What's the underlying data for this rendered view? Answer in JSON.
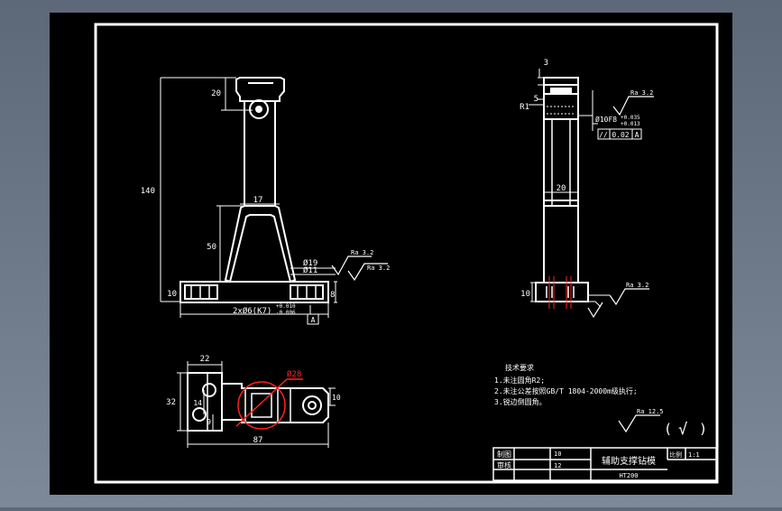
{
  "colors": {
    "chrome_background": "#6e7a8a",
    "canvas_background": "#000000",
    "line": "#ffffff",
    "highlight": "#ff2222"
  },
  "front_view": {
    "dim_height_total": "140",
    "dim_top_offset": "20",
    "dim_column_width": "17",
    "dim_leg_height": "50",
    "dim_bore_outer": "Ø19",
    "dim_bore_inner": "Ø11",
    "dim_base_height": "10",
    "dim_base_side": "8",
    "dim_base_holes": "2xØ6(K7)",
    "tol_upper": "+0.010",
    "tol_lower": "-0.006",
    "datum_label": "A",
    "roughness_1": "Ra 3.2",
    "roughness_2": "Ra 3.2"
  },
  "side_view": {
    "dim_top": "3",
    "dim_radius": "R1",
    "dim_small": "5",
    "dim_bore": "Ø10F8",
    "tol_upper": "+0.035",
    "tol_lower": "+0.013",
    "roughness_top": "Ra 3.2",
    "roughness_base": "Ra 3.2",
    "parallel_symbol": "//",
    "parallel_value": "0.02",
    "parallel_datum": "A",
    "dim_width": "20",
    "dim_base_height": "10"
  },
  "top_view": {
    "dim_length": "87",
    "dim_left_width": "22",
    "dim_height": "32",
    "dim_hole_spacing": "14",
    "dim_hole_offset": "9",
    "dim_circle": "Ø28",
    "dim_right": "10"
  },
  "tech_requirements": {
    "title": "技术要求",
    "items": [
      "1.未注圆角R2;",
      "2.未注公差按照GB/T 1804-2000m级执行;",
      "3.锐边倒圆角。"
    ]
  },
  "general_roughness": {
    "value": "Ra 12.5",
    "bracket_open": "(",
    "check": "√",
    "bracket_close": ")"
  },
  "title_block": {
    "label_drawing": "制图",
    "label_review": "审核",
    "num_1": "10",
    "num_2": "12",
    "part_name": "辅助支撑钻模",
    "material": "HT200",
    "scale_label": "比例",
    "scale_value": "1:1"
  }
}
